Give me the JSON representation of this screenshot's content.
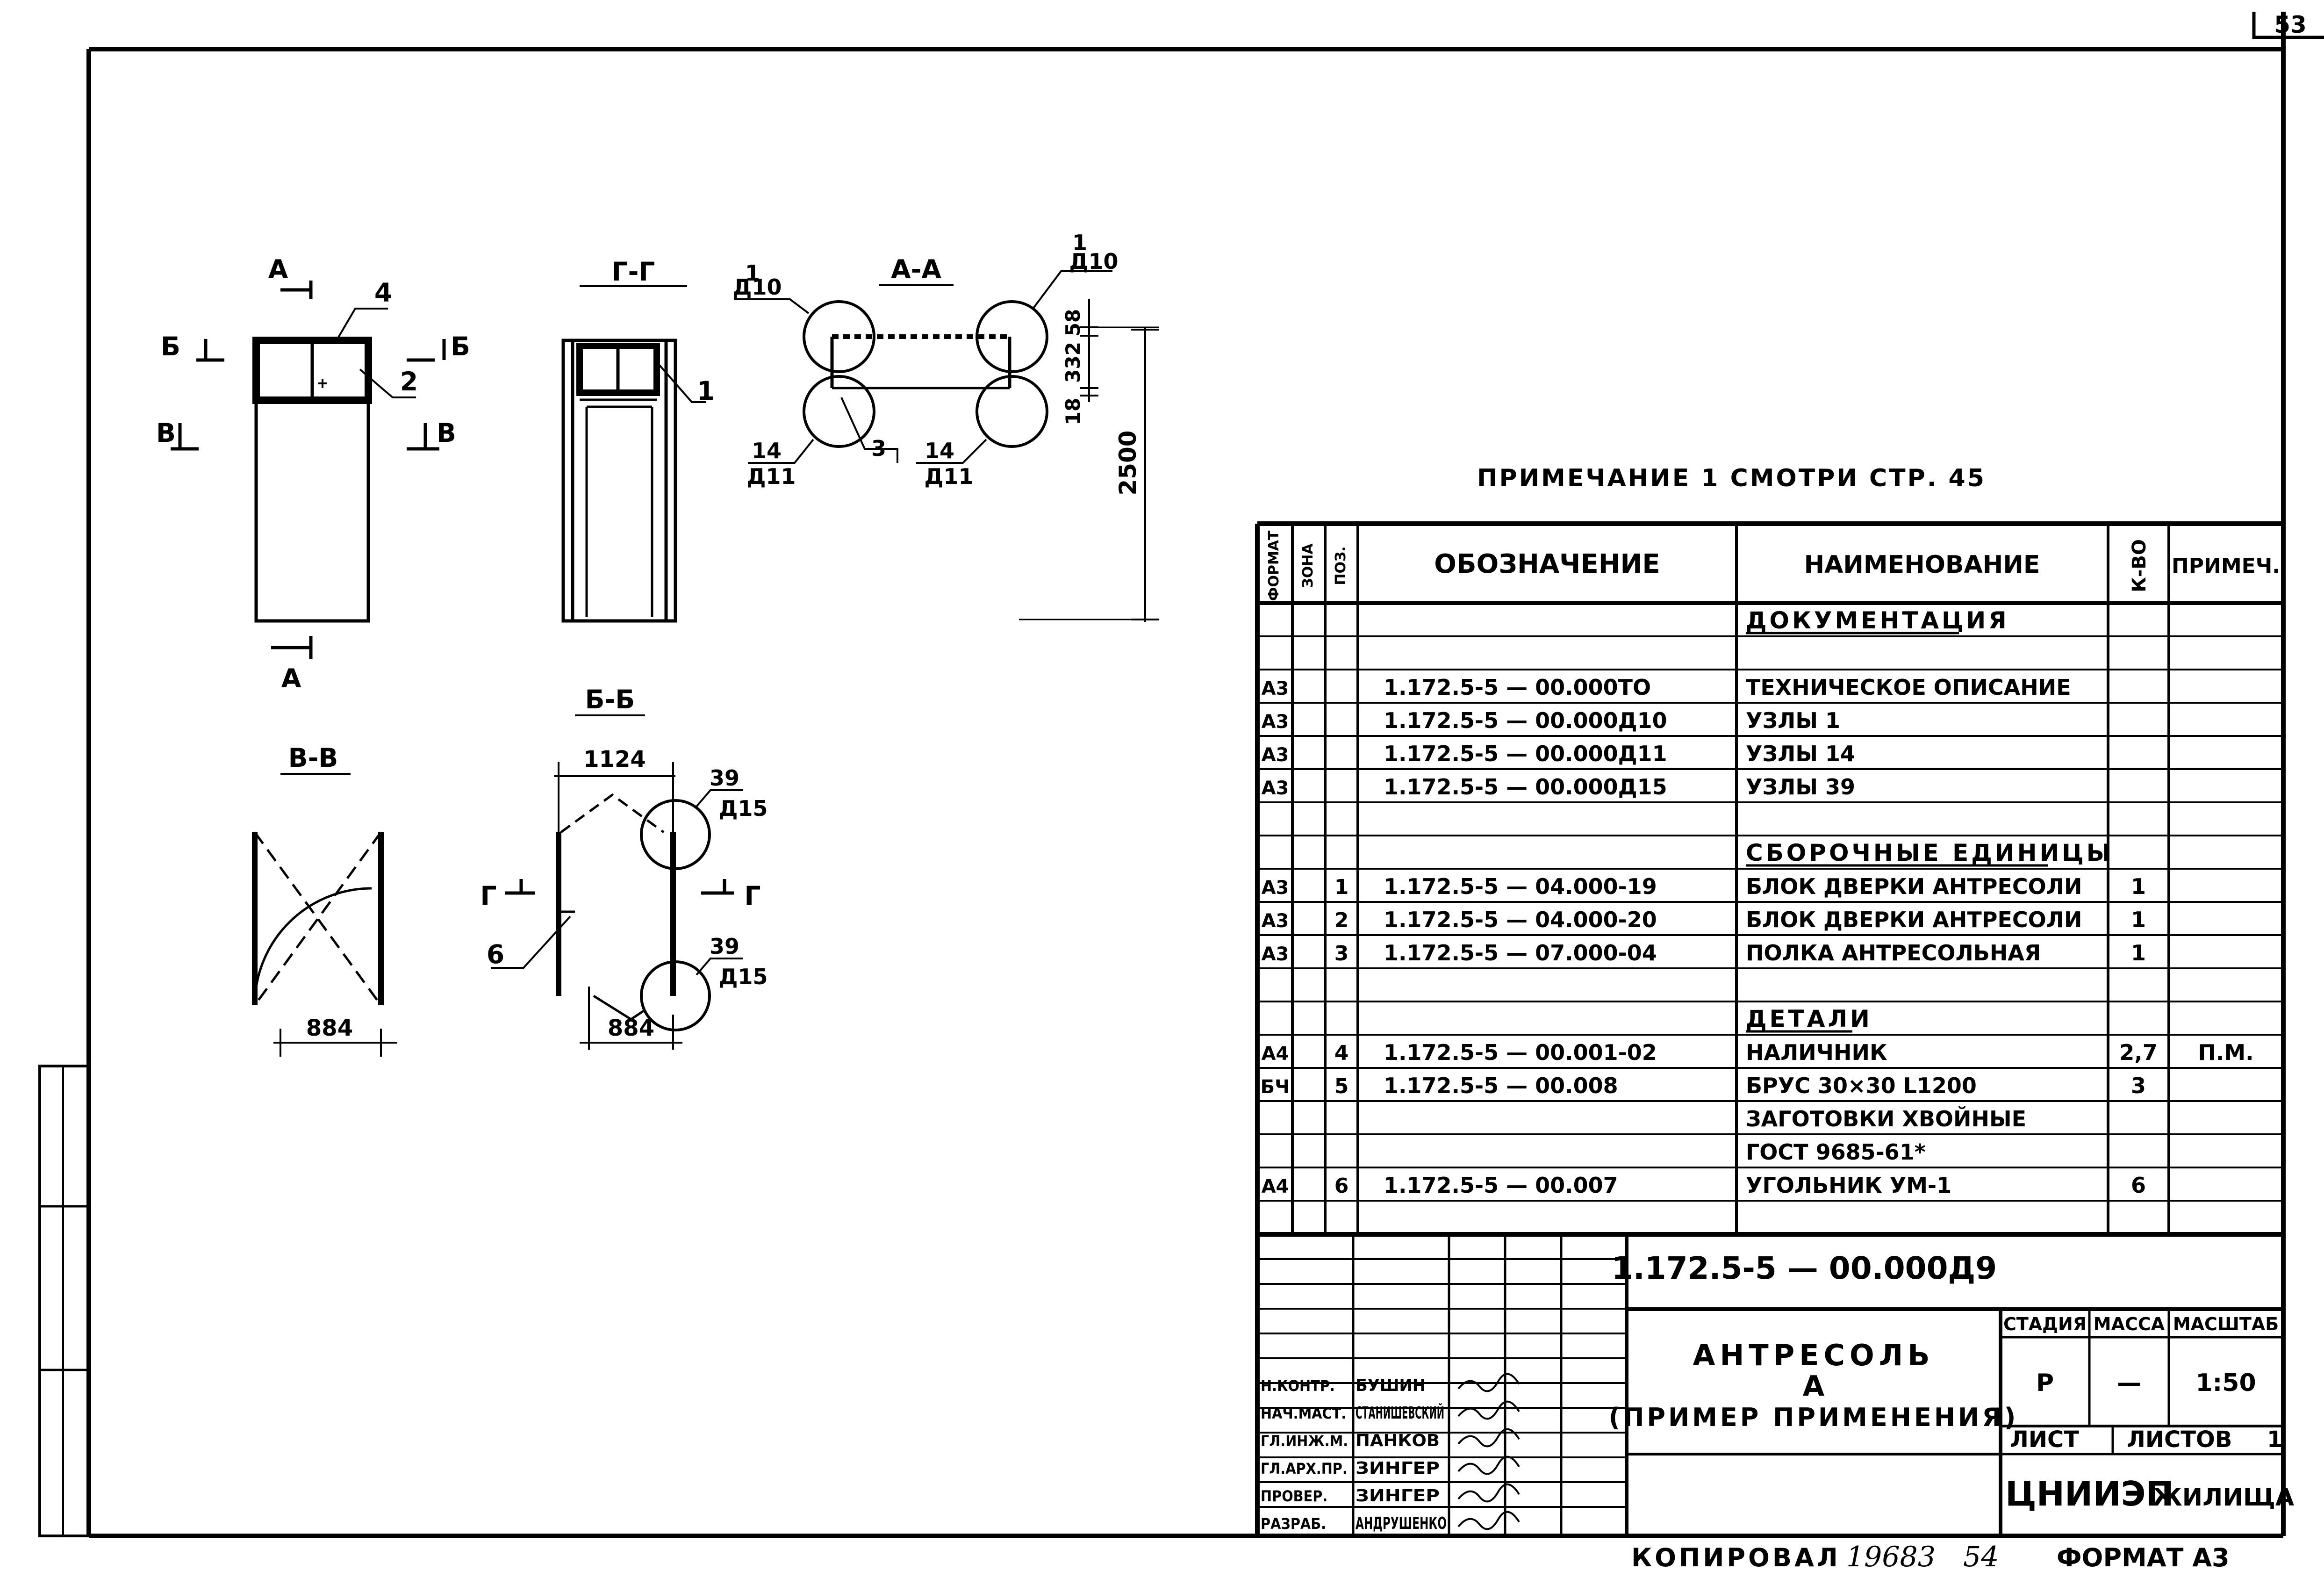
{
  "page_number": "53",
  "note": "ПРИМЕЧАНИЕ 1 СМОТРИ СТР. 45",
  "views": {
    "front": {
      "section_a": "А",
      "section_b": "Б",
      "section_v": "В",
      "pos4": "4",
      "pos2": "2"
    },
    "gg": {
      "title": "Г-Г",
      "pos1": "1"
    },
    "aa": {
      "title": "А-А",
      "node1_num": "1",
      "node1_ref": "Д10",
      "node14_num": "14",
      "node14_ref": "Д11",
      "pos3": "3",
      "dim_58": "58",
      "dim_332": "332",
      "dim_18": "18",
      "dim_2500": "2500"
    },
    "vv": {
      "title": "В-В",
      "dim": "884"
    },
    "bb": {
      "title": "Б-Б",
      "dim_top": "1124",
      "dim_bottom": "884",
      "node39_num": "39",
      "node39_ref": "Д15",
      "section_g": "Г",
      "pos6": "6"
    }
  },
  "spec": {
    "headers": {
      "format": "ФОРМАТ",
      "zone": "ЗОНА",
      "pos": "ПОЗ.",
      "designation": "ОБОЗНАЧЕНИЕ",
      "name": "НАИМЕНОВАНИЕ",
      "qty": "К-ВО",
      "note": "ПРИМЕЧ."
    },
    "rows": [
      {
        "format": "",
        "pos": "",
        "designation": "",
        "name": "ДОКУМЕНТАЦИЯ",
        "qty": "",
        "note": "",
        "section": true
      },
      {
        "format": "",
        "pos": "",
        "designation": "",
        "name": "",
        "qty": "",
        "note": ""
      },
      {
        "format": "А3",
        "pos": "",
        "designation": "1.172.5-5 — 00.000ТО",
        "name": "ТЕХНИЧЕСКОЕ ОПИСАНИЕ",
        "qty": "",
        "note": ""
      },
      {
        "format": "А3",
        "pos": "",
        "designation": "1.172.5-5 — 00.000Д10",
        "name": "УЗЛЫ 1",
        "qty": "",
        "note": ""
      },
      {
        "format": "А3",
        "pos": "",
        "designation": "1.172.5-5 — 00.000Д11",
        "name": "УЗЛЫ 14",
        "qty": "",
        "note": ""
      },
      {
        "format": "А3",
        "pos": "",
        "designation": "1.172.5-5 — 00.000Д15",
        "name": "УЗЛЫ 39",
        "qty": "",
        "note": ""
      },
      {
        "format": "",
        "pos": "",
        "designation": "",
        "name": "",
        "qty": "",
        "note": ""
      },
      {
        "format": "",
        "pos": "",
        "designation": "",
        "name": "СБОРОЧНЫЕ ЕДИНИЦЫ",
        "qty": "",
        "note": "",
        "section": true
      },
      {
        "format": "А3",
        "pos": "1",
        "designation": "1.172.5-5 — 04.000-19",
        "name": "БЛОК ДВЕРКИ АНТРЕСОЛИ",
        "qty": "1",
        "note": ""
      },
      {
        "format": "А3",
        "pos": "2",
        "designation": "1.172.5-5 — 04.000-20",
        "name": "БЛОК ДВЕРКИ АНТРЕСОЛИ",
        "qty": "1",
        "note": ""
      },
      {
        "format": "А3",
        "pos": "3",
        "designation": "1.172.5-5 — 07.000-04",
        "name": "ПОЛКА АНТРЕСОЛЬНАЯ",
        "qty": "1",
        "note": ""
      },
      {
        "format": "",
        "pos": "",
        "designation": "",
        "name": "",
        "qty": "",
        "note": ""
      },
      {
        "format": "",
        "pos": "",
        "designation": "",
        "name": "ДЕТАЛИ",
        "qty": "",
        "note": "",
        "section": true
      },
      {
        "format": "А4",
        "pos": "4",
        "designation": "1.172.5-5 — 00.001-02",
        "name": "НАЛИЧНИК",
        "qty": "2,7",
        "note": "П.М."
      },
      {
        "format": "БЧ",
        "pos": "5",
        "designation": "1.172.5-5 — 00.008",
        "name": "БРУС 30×30 L1200",
        "qty": "3",
        "note": ""
      },
      {
        "format": "",
        "pos": "",
        "designation": "",
        "name": "ЗАГОТОВКИ ХВОЙНЫЕ",
        "qty": "",
        "note": ""
      },
      {
        "format": "",
        "pos": "",
        "designation": "",
        "name": "ГОСТ 9685-61*",
        "qty": "",
        "note": ""
      },
      {
        "format": "А4",
        "pos": "6",
        "designation": "1.172.5-5 — 00.007",
        "name": "УГОЛЬНИК УМ-1",
        "qty": "6",
        "note": ""
      },
      {
        "format": "",
        "pos": "",
        "designation": "",
        "name": "",
        "qty": "",
        "note": ""
      }
    ]
  },
  "title_block": {
    "code": "1.172.5-5 — 00.000Д9",
    "title_line1": "АНТРЕСОЛЬ",
    "title_line2": "А",
    "title_line3": "(ПРИМЕР ПРИМЕНЕНИЯ)",
    "stage_label": "СТАДИЯ",
    "mass_label": "МАССА",
    "scale_label": "МАСШТАБ",
    "stage": "Р",
    "mass": "—",
    "scale": "1:50",
    "sheet_label": "ЛИСТ",
    "sheets_label": "ЛИСТОВ",
    "sheets": "1",
    "org_main": "ЦНИИЭП",
    "org_sub": "ЖИЛИЩА",
    "signatures": [
      {
        "role": "Н.КОНТР.",
        "name": "БУШИН"
      },
      {
        "role": "НАЧ.МАСТ.",
        "name": "СТАНИШЕВСКИЙ"
      },
      {
        "role": "ГЛ.ИНЖ.М.",
        "name": "ПАНКОВ"
      },
      {
        "role": "ГЛ.АРХ.ПР.",
        "name": "ЗИНГЕР"
      },
      {
        "role": "ПРОВЕР.",
        "name": "ЗИНГЕР"
      },
      {
        "role": "РАЗРАБ.",
        "name": "АНДРУШЕНКО"
      }
    ]
  },
  "footer": {
    "copied_label": "КОПИРОВАЛ",
    "copy_number": "19683",
    "copy_sheet": "54",
    "format": "ФОРМАТ А3"
  }
}
